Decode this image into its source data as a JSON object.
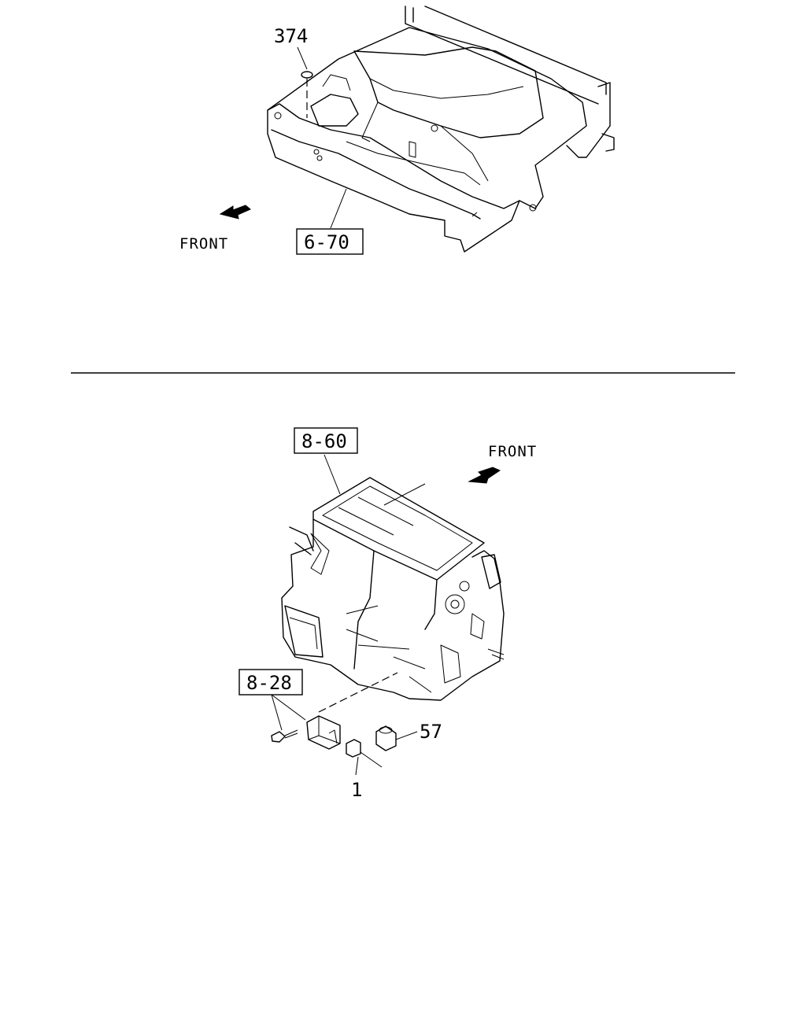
{
  "top_view": {
    "callouts": {
      "part_374": "374",
      "ref_6_70": "6-70"
    },
    "front_label": "FRONT"
  },
  "bottom_view": {
    "callouts": {
      "ref_8_60": "8-60",
      "ref_8_28": "8-28",
      "part_57": "57",
      "part_1": "1"
    },
    "front_label": "FRONT"
  }
}
